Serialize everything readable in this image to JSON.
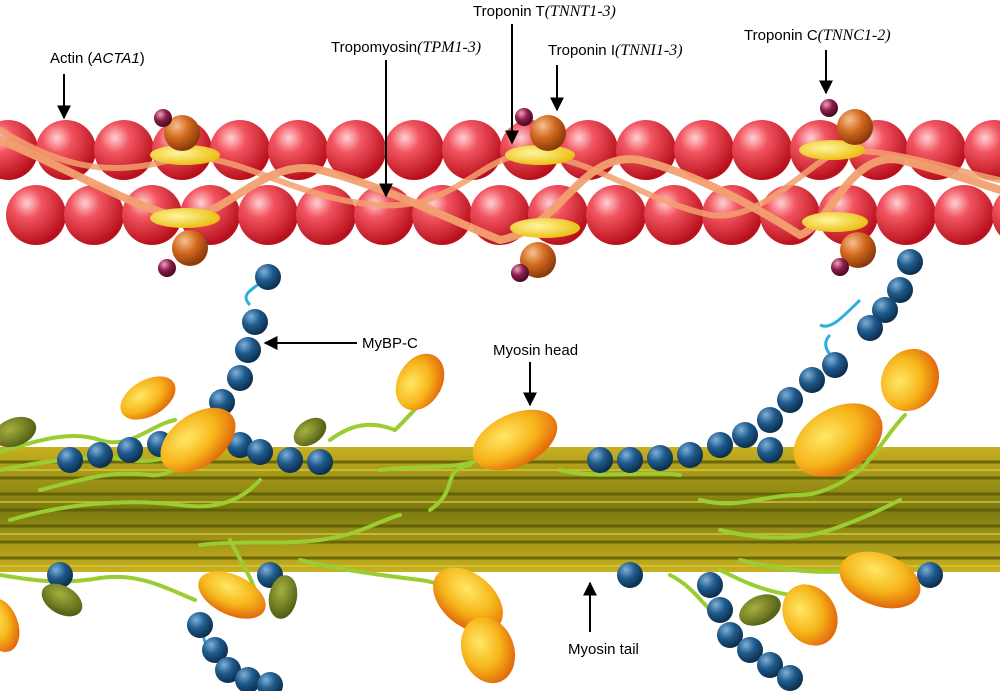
{
  "labels": {
    "actin": {
      "text": "Actin (",
      "gene": "ACTA1",
      "close": ")"
    },
    "tropomyosin": {
      "text": "Tropomyosin",
      "gene": "(TPM1-3)"
    },
    "troponin_t": {
      "text": "Troponin T",
      "gene": "(TNNT1-3)"
    },
    "troponin_i": {
      "text": "Troponin I",
      "gene": "(TNNI1-3)"
    },
    "troponin_c": {
      "text": "Troponin C",
      "gene": "(TNNC1-2)"
    },
    "mybpc": {
      "text": "MyBP-C"
    },
    "myosin_head": {
      "text": "Myosin head"
    },
    "myosin_tail": {
      "text": "Myosin tail"
    }
  },
  "colors": {
    "actin": "#e8303c",
    "tropomyosin": "#f2a070",
    "troponin_t": "#f5d423",
    "troponin_i": "#d2691e",
    "troponin_c": "#8b1d4a",
    "mybpc": "#1e5a8c",
    "myosin_head": "#f6b51a",
    "myosin_tail": "#8a8a1a",
    "myosin_neck": "#9acd32",
    "arrow": "#000000"
  }
}
